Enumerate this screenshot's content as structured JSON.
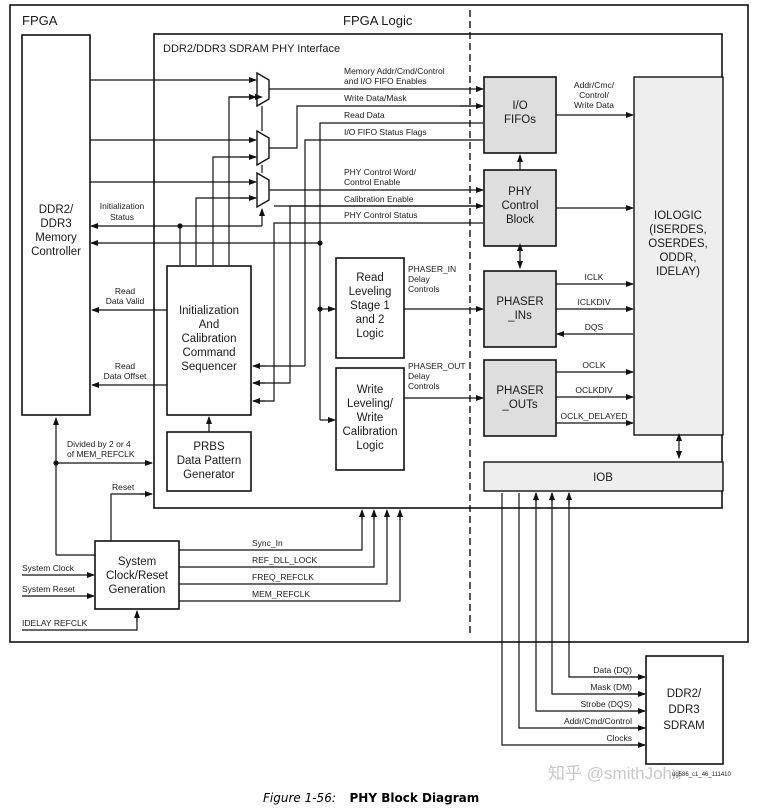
{
  "regions": {
    "fpga": "FPGA",
    "fpga_logic": "FPGA Logic",
    "phy_interface": "DDR2/DDR3 SDRAM PHY Interface"
  },
  "blocks": {
    "memory_controller": [
      "DDR2/",
      "DDR3",
      "Memory",
      "Controller"
    ],
    "init_cal_sequencer": [
      "Initialization",
      "And",
      "Calibration",
      "Command",
      "Sequencer"
    ],
    "prbs": [
      "PRBS",
      "Data Pattern",
      "Generator"
    ],
    "read_leveling": [
      "Read",
      "Leveling",
      "Stage 1",
      "and 2",
      "Logic"
    ],
    "write_leveling": [
      "Write",
      "Leveling/",
      "Write",
      "Calibration",
      "Logic"
    ],
    "io_fifos": [
      "I/O",
      "FIFOs"
    ],
    "phy_control": [
      "PHY",
      "Control",
      "Block"
    ],
    "phaser_ins": [
      "PHASER",
      "_INs"
    ],
    "phaser_outs": [
      "PHASER",
      "_OUTs"
    ],
    "iologic": [
      "IOLOGIC",
      "(ISERDES,",
      "OSERDES,",
      "ODDR,",
      "IDELAY)"
    ],
    "iob": "IOB",
    "sys_clock_reset": [
      "System",
      "Clock/Reset",
      "Generation"
    ],
    "sdram": [
      "DDR2/",
      "DDR3",
      "SDRAM"
    ]
  },
  "signals": {
    "mem_addr_cmd": [
      "Memory Addr/Cmd/Control",
      "and I/O FIFO Enables"
    ],
    "write_data_mask": "Write Data/Mask",
    "read_data": "Read Data",
    "io_fifo_status": "I/O FIFO Status Flags",
    "phy_ctrl_word": [
      "PHY Control Word/",
      "Control Enable"
    ],
    "calibration_enable": "Calibration Enable",
    "phy_ctrl_status": "PHY Control Status",
    "init_status": [
      "Initialization",
      "Status"
    ],
    "read_data_valid": [
      "Read",
      "Data Valid"
    ],
    "read_data_offset": [
      "Read",
      "Data Offset"
    ],
    "divided_refclk": [
      "Divided by 2 or 4",
      "of MEM_REFCLK"
    ],
    "reset": "Reset",
    "addr_cmc_write": [
      "Addr/Cmc/",
      "Control/",
      "Write Data"
    ],
    "phaser_in_delay": [
      "PHASER_IN",
      "Delay",
      "Controls"
    ],
    "phaser_out_delay": [
      "PHASER_OUT",
      "Delay",
      "Controls"
    ],
    "iclk": "ICLK",
    "iclkdiv": "ICLKDIV",
    "dqs": "DQS",
    "oclk": "OCLK",
    "oclkdiv": "OCLKDIV",
    "oclk_delayed": "OCLK_DELAYED",
    "sync_in": "Sync_In",
    "ref_dll_lock": "REF_DLL_LOCK",
    "freq_refclk": "FREQ_REFCLK",
    "mem_refclk": "MEM_REFCLK",
    "system_clock": "System Clock",
    "system_reset": "System Reset",
    "idelay_refclk": "IDELAY REFCLK",
    "data_dq": "Data (DQ)",
    "mask_dm": "Mask (DM)",
    "strobe_dqs": "Strobe (DQS)",
    "addr_cmd_control": "Addr/Cmd/Control",
    "clocks": "Clocks"
  },
  "figure_id": "ug586_c1_46_111410",
  "watermark": "知乎 @smithJohn",
  "caption": {
    "number": "Figure 1-56:",
    "title": "PHY Block Diagram"
  }
}
